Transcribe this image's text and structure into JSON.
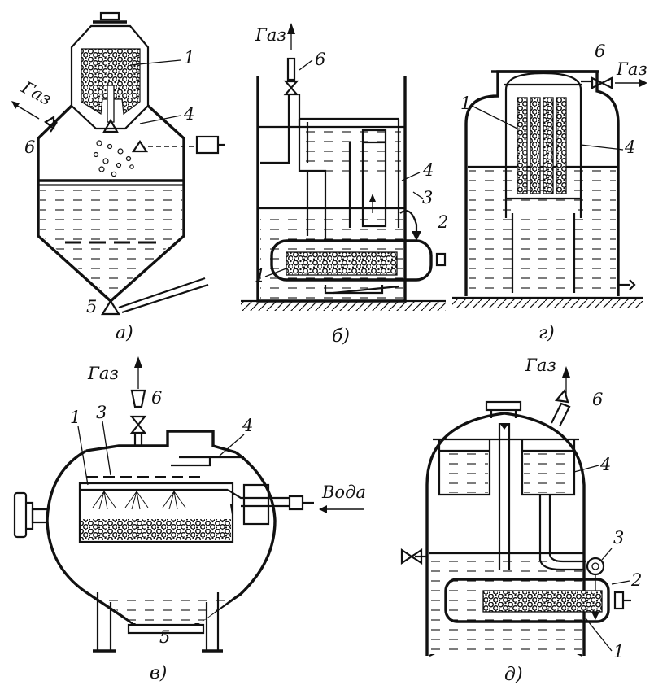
{
  "figure": {
    "panels": {
      "a": {
        "caption": "а)",
        "numbers": {
          "n1": "1",
          "n4": "4",
          "n5": "5",
          "n6": "6"
        },
        "gas_label": "Газ"
      },
      "b": {
        "caption": "б)",
        "numbers": {
          "n1": "1",
          "n2": "2",
          "n3": "3",
          "n4": "4",
          "n6": "6"
        },
        "gas_label": "Газ"
      },
      "g": {
        "caption": "г)",
        "numbers": {
          "n1": "1",
          "n4": "4",
          "n6": "6"
        },
        "gas_label": "Газ"
      },
      "v": {
        "caption": "в)",
        "numbers": {
          "n1": "1",
          "n3": "3",
          "n4": "4",
          "n5": "5",
          "n6": "6"
        },
        "gas_label": "Газ",
        "water_label": "Вода"
      },
      "d": {
        "caption": "д)",
        "numbers": {
          "n1": "1",
          "n2": "2",
          "n3": "3",
          "n4": "4",
          "n6": "6"
        },
        "gas_label": "Газ"
      }
    }
  }
}
